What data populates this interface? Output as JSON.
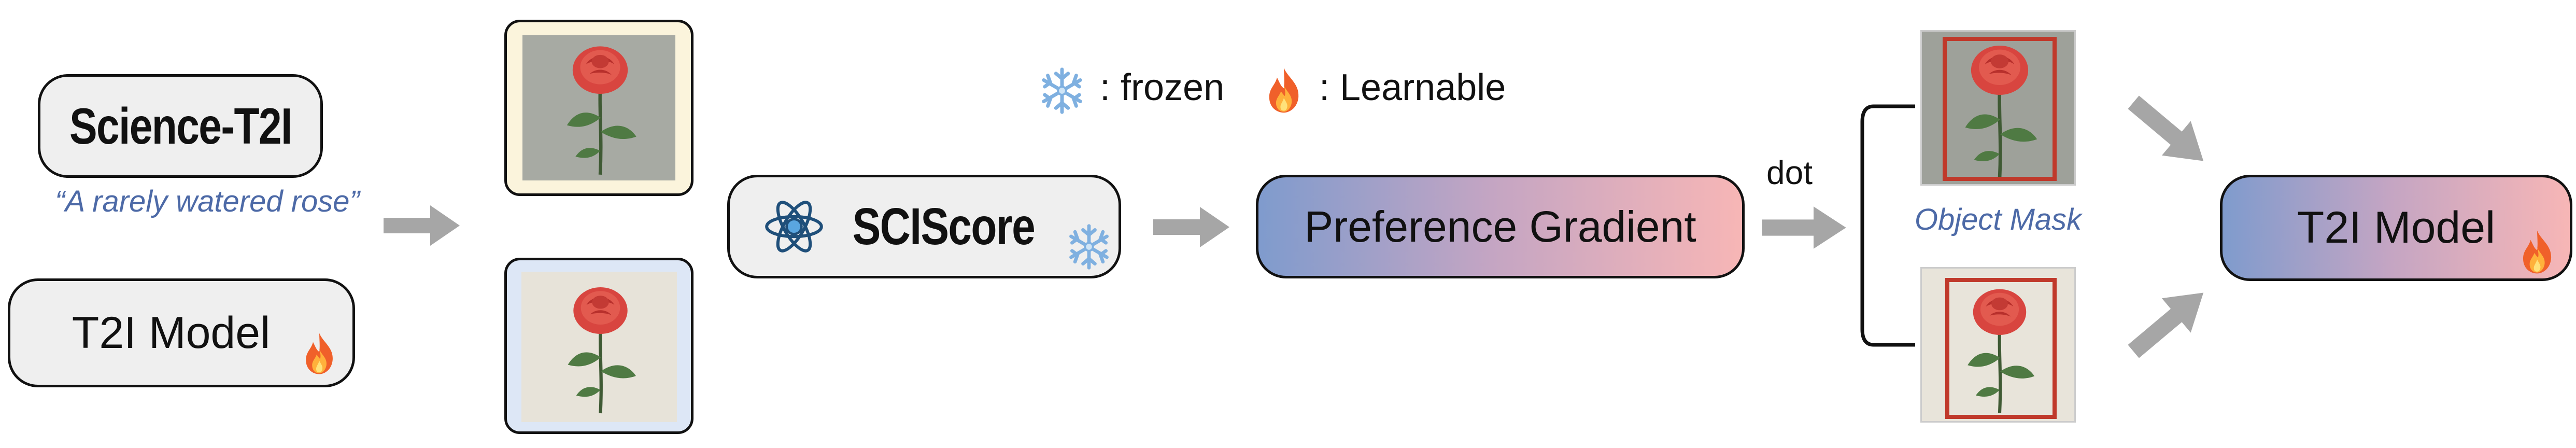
{
  "legend": {
    "frozen_label": ": frozen",
    "learnable_label": ": Learnable"
  },
  "nodes": {
    "science_t2i": "Science-T2I",
    "prompt": "“A rarely watered rose”",
    "t2i_model_left": "T2I Model",
    "sciscore": "SCIScore",
    "preference_gradient": "Preference Gradient",
    "dot_label": "dot",
    "object_mask": "Object Mask",
    "t2i_model_right": "T2I Model"
  },
  "icons": [
    "snowflake-icon",
    "fire-icon",
    "atom-icon",
    "rose-image",
    "arrow-icon"
  ],
  "colors": {
    "gradient_start": "#7f9bcd",
    "gradient_end": "#f7b6b6",
    "box_fill": "#efefef",
    "arrow": "#a6a6a6",
    "image_top_bg": "#fbf4dc",
    "image_bottom_bg": "#dde7f6",
    "mask_border": "#c0392b",
    "caption_blue": "#4d6aa7"
  }
}
